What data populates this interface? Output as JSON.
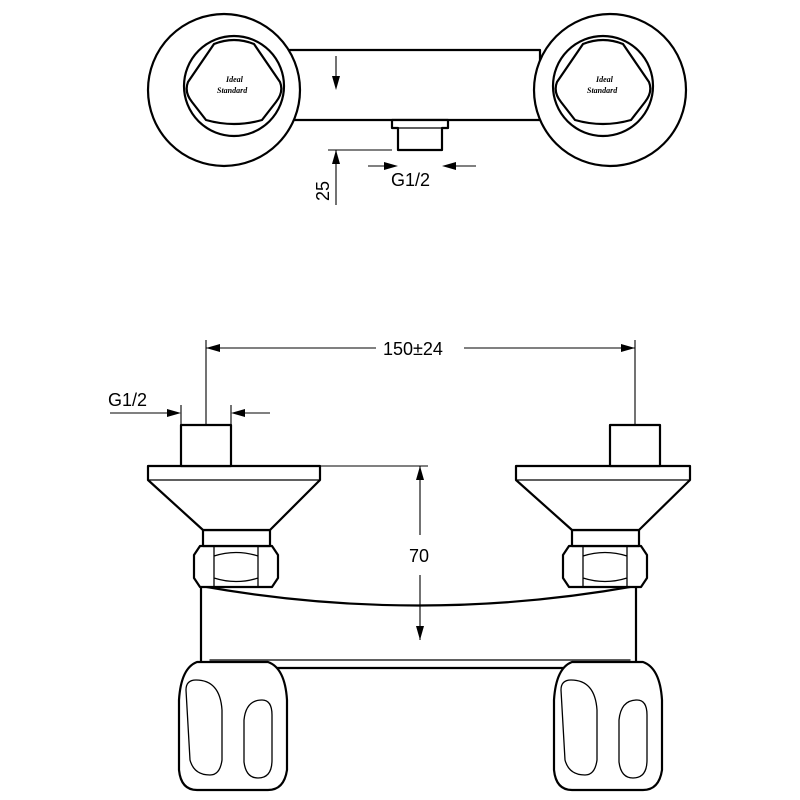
{
  "dimensions": {
    "outlet_height": "25",
    "outlet_thread": "G1/2",
    "center_distance": "150±24",
    "inlet_thread": "G1/2",
    "height": "70"
  },
  "logo": {
    "line1": "Ideal",
    "line2": "Standard"
  }
}
